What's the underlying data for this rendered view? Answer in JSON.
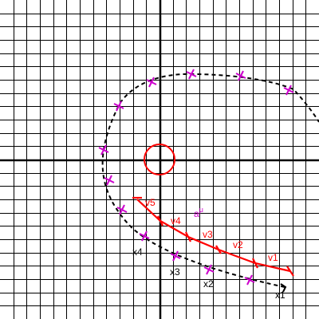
{
  "colors": {
    "background": "#ffffff",
    "grid": "#000000",
    "axes": "#000000",
    "trajectory": "#000000",
    "sample_points": "#cc00cc",
    "vector_path": "#ff0000",
    "circle": "#ff0000",
    "label_black": "#000000",
    "label_red": "#ff0000",
    "label_magenta": "#cc00cc"
  },
  "labels": {
    "x1": "x1",
    "x2": "x2",
    "x3": "x3",
    "x4": "x4",
    "v1": "v1",
    "v2": "v2",
    "v3": "v3",
    "v4": "v4",
    "v5": "v5",
    "accel": "a",
    "accel_sup": "μ"
  }
}
